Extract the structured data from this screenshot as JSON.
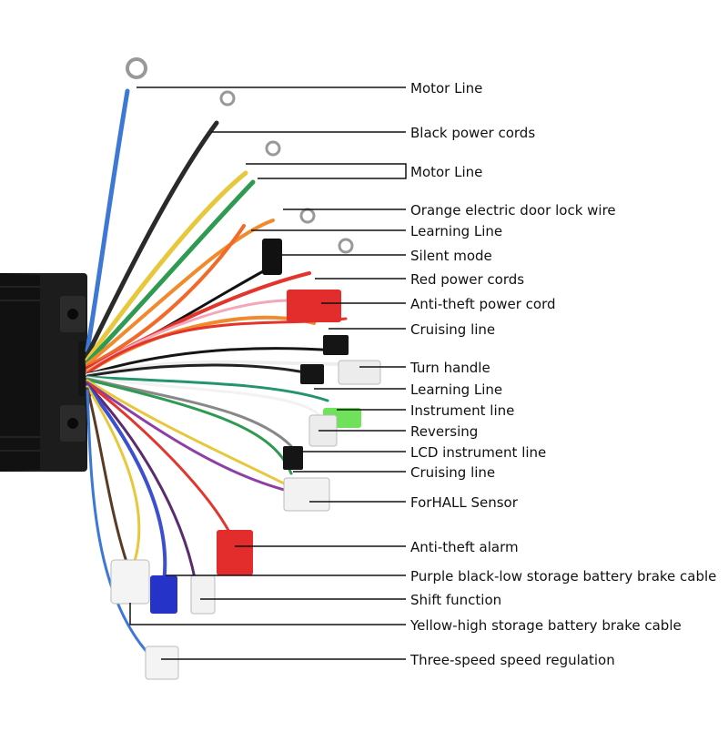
{
  "labels": [
    "Motor Line",
    "Black power cords",
    "Motor Line",
    "Orange electric door lock wire",
    "Learning Line",
    "Silent mode",
    "Red  power cords",
    "Anti-theft power cord",
    "Cruising line",
    "Turn handle",
    "Learning Line",
    "Instrument line",
    "Reversing",
    "LCD instrument line",
    "Cruising line",
    "ForHALL Sensor",
    "Anti-theft alarm",
    "Purple black-low storage battery brake cable",
    "Shift function",
    "Yellow-high storage battery brake cable",
    "Three-speed speed regulation"
  ]
}
